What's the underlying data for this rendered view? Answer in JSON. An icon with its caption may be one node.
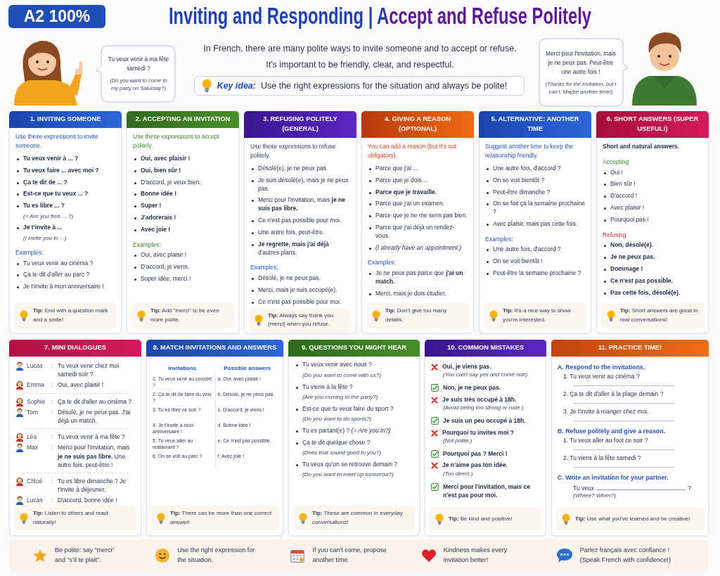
{
  "diagram": {
    "title": "Inviting and Responding | Accept and Refuse Politely",
    "nodes": [
      {
        "text": [
          "A2 100%"
        ]
      },
      {
        "text": [
          "Tu veux venir à ma fête samedi ?",
          "(Do you want to come to my party on Saturday?)"
        ]
      },
      {
        "text": [
          "Key idea:",
          "Use the right expressions for the situation and always be polite!"
        ]
      },
      {
        "text": [
          "Merci pour l'invitation, mais je ne peux pas. Peut-être une autre fois !",
          "(Thanks for the invitation, but I can't. Maybe another time!)"
        ]
      },
      {
        "text": [
          "1. INVITING SOMEONE",
          "Use these expressions to invite someone.",
          "Tu veux venir à ... ?",
          "Tu veux faire ... avec moi ?",
          "Ça te dit de ... ?",
          "Est-ce que tu veux ... ?",
          "Tu es libre ... ?",
          "(= Are you free ... ?)",
          "Je t'invite à ...",
          "(I invite you to ...)",
          "Examples:",
          "Tu veux venir au cinéma ?",
          "Ça te dit d'aller au parc ?",
          "Je t'invite à mon anniversaire !"
        ]
      },
      {
        "text": [
          "**Tip:** End with a question mark and a smile!"
        ],
        "in": 4
      },
      {
        "text": [
          "2. ACCEPTING AN INVITATION",
          "Use these expressions to accept politely.",
          "Oui, avec plaisir !",
          "Oui, bien sûr !",
          "D'accord, je veux bien.",
          "Bonne idée !",
          "Super !",
          "J'adorerais !",
          "Avec joie !",
          "Examples:",
          "Oui, avec plaisir !",
          "D'accord, je viens.",
          "Super idée, merci !"
        ]
      },
      {
        "text": [
          "**Tip:** Add \"merci\" to be even more polite."
        ],
        "in": 6
      },
      {
        "text": [
          "3. REFUSING POLITELY (GENERAL)",
          "Use these expressions to refuse politely.",
          "Désolé(e), je ne peux pas.",
          "Je suis désolé(e), mais je ne peux pas.",
          "Merci pour l'invitation, mais **je ne suis pas libre.**",
          "Ce n'est pas possible pour moi.",
          "Une autre fois, peut-être.",
          "**Je regrette, mais j'ai déjà** d'autres plans.",
          "Examples:",
          "Désolé, je ne peux pas.",
          "Merci, mais je suis occupé(e).",
          "Ce n'est pas possible pour moi."
        ]
      },
      {
        "text": [
          "**Tip:** Always say thank you (merci) when you refuse."
        ],
        "in": 8
      },
      {
        "text": [
          "4. GIVING A REASON (OPTIONAL)",
          "You can add a reason (but it's not obligatory).",
          "Parce que j'ai ...",
          "Parce que je dois ...",
          "Parce que je travaille.",
          "Parce que j'ai un examen.",
          "Parce que je ne me sens pas bien.",
          "Parce que j'ai déjà un rendez-vous.",
          "(I already have an appointment.)",
          "Examples:",
          "Je ne peux pas parce que **j'ai un match.**",
          "Merci, mais je dois étudier."
        ]
      },
      {
        "text": [
          "**Tip:** Don't give too many details."
        ],
        "in": 10
      },
      {
        "text": [
          "5. ALTERNATIVE: ANOTHER TIME",
          "Suggest another time to keep the relationship friendly.",
          "Une autre fois, d'accord ?",
          "On se voit bientôt ?",
          "Peut-être dimanche ?",
          "On se fait ça la semaine prochaine ?",
          "Avec plaisir, mais pas cette fois.",
          "Examples:",
          "Une autre fois, d'accord ?",
          "On se voit bientôt !",
          "Peut-être la semaine prochaine ?"
        ]
      },
      {
        "text": [
          "**Tip:** It's a nice way to show you're interested."
        ],
        "in": 12
      },
      {
        "text": [
          "6. SHORT ANSWERS (SUPER USEFUL!)",
          "Short and natural answers.",
          "Accepting",
          "Oui !",
          "Bien sûr !",
          "D'accord !",
          "Avec plaisir !",
          "Pourquoi pas !",
          "Refusing",
          "Non, désolé(e).",
          "Je ne peux pas.",
          "Dommage !",
          "Ce n'est pas possible.",
          "Pas cette fois, désolé(e)."
        ]
      },
      {
        "text": [
          "**Tip:** Short answers are great in real conversations!"
        ],
        "in": 14
      },
      {
        "text": [
          "7. MINI DIALOGUES",
          "Lucas",
          ":",
          "Tu veux venir chez moi samedi soir ?",
          "Emma",
          ":",
          "Oui, avec plaisir !",
          "Sophie",
          ":",
          "Ça te dit d'aller au cinéma ?",
          "Tom",
          ":",
          "Désolé, je ne peux pas. J'ai déjà un match.",
          "Léa",
          ":",
          "Tu veux venir à ma fête ?",
          "Max",
          ":",
          "Merci pour l'invitation, mais **je ne suis pas libre.** Une autre fois, peut-être !",
          "Chloé",
          ":",
          "Tu es libre dimanche ? Je t'invite à déjeuner.",
          "Lucas",
          ":",
          "D'accord, bonne idée !"
        ]
      },
      {
        "text": [
          "**Tip:** Listen to others and react naturally!"
        ],
        "in": 16
      },
      {
        "text": [
          "8. MATCH INVITATIONS AND ANSWERS",
          "Invitations",
          "Possible answers",
          "1. Tu veux venir au concert ?",
          "a. Oui, avec plaisir !",
          "2. Ça te dit de faire du vélo ?",
          "b. Désolé, je ne peux pas.",
          "3. Tu es libre ce soir ?",
          "c. D'accord, je viens !",
          "4. Je t'invite à mon anniversaire !",
          "d. Bonne idée !",
          "5. Tu veux aller au restaurant ?",
          "e. Ce n'est pas possible.",
          "6. On se voit au parc ?",
          "f. Avec joie !"
        ]
      },
      {
        "text": [
          "**Tip:** There can be more than one correct answer!"
        ],
        "in": 18
      },
      {
        "text": [
          "9. QUESTIONS YOU MIGHT HEAR",
          "Tu veux venir avec nous ?",
          "(Do you want to come with us?)",
          "Tu viens à la fête ?",
          "(Are you coming to the party?)",
          "Est-ce que tu veux faire du sport ?",
          "(Do you want to do sports?)",
          "Tu es partant(e) ? *(= Are you in?)*",
          "Ça te dit quelque chose ?",
          "(Does that sound good to you?)",
          "Tu veux qu'on se retrouve demain ?",
          "(Do you want to meet up tomorrow?)"
        ]
      },
      {
        "text": [
          "**Tip:** These are common in everyday conversations!"
        ],
        "in": 20
      },
      {
        "text": [
          "10. COMMON MISTAKES",
          "Oui, je viens pas.",
          "(You can't say yes and come not!)",
          "Non, je ne peux pas.",
          "Je suis très occupé à 18h.",
          "(Avoid being too strong or rude.)",
          "Je suis un peu occupé à 18h.",
          "Pourquoi tu invites moi ?",
          "(Not polite.)",
          "Pourquoi pas ? Merci !",
          "Je n'aime pas ton idée.",
          "(Too direct.)",
          "Merci pour l'invitation, mais ce n'est pas pour moi."
        ]
      },
      {
        "text": [
          "**Tip:** Be kind and positive!"
        ],
        "in": 22
      },
      {
        "text": [
          "11. PRACTICE TIME!",
          "A. Respond to the invitations.",
          "1. Tu veux venir au cinéma ?",
          "2. Ça te dit d'aller à la plage demain ?",
          "3. Je t'invite à manger chez moi.",
          "B. Refuse politely and give a reason.",
          "1. Tu veux aller au foot ce soir ?",
          "2. Tu viens à la fête samedi ?",
          "C. Write an invitation for your partner.",
          "Tu veux",
          "?",
          "(Where? When?)"
        ]
      },
      {
        "text": [
          "**Tip:** Use what you've learned and be creative!"
        ],
        "in": 24
      },
      {
        "text": [
          "Be polite: say “merci” and “s’il te plait”.",
          "Use the right expression for the situation.",
          "If you can't come, propose another time.",
          "Kindness makes every invitation better!",
          "Parlez français avec confiance ! (Speak French with confidence!)"
        ]
      }
    ],
    "labels": [
      "In French, there are many polite ways to invite someone and to accept or refuse.",
      "It's important to be friendly, clear, and respectful."
    ]
  }
}
